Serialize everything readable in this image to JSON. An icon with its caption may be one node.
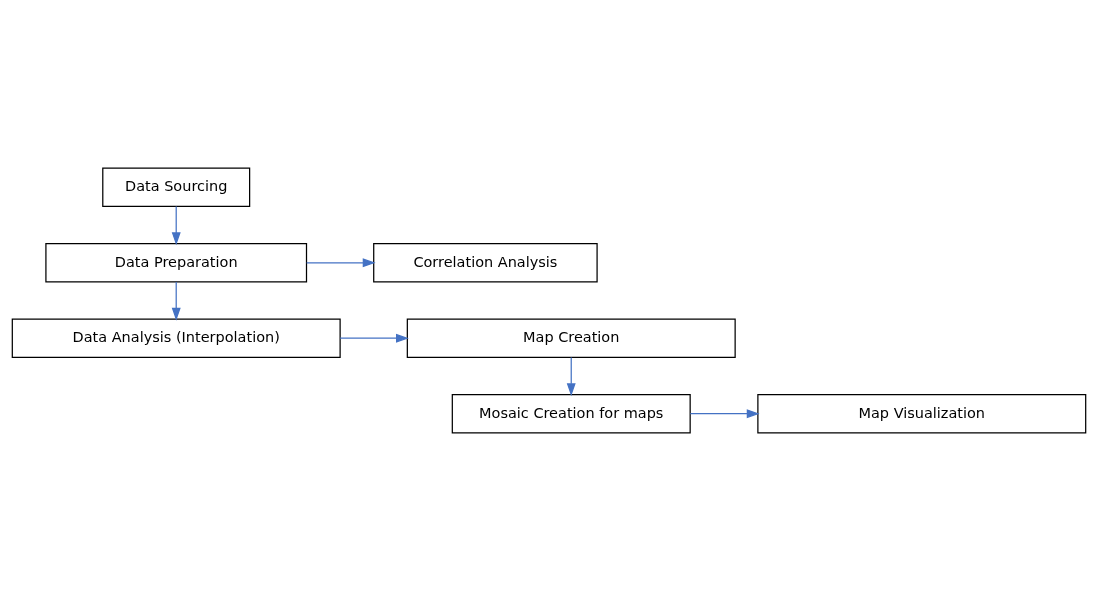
{
  "diagram": {
    "nodes": [
      {
        "text": [
          "Data Sourcing"
        ]
      },
      {
        "text": [
          "Correlation Analysis"
        ]
      },
      {
        "text": [
          "Data Preparation"
        ]
      },
      {
        "text": [
          "Map Creation"
        ]
      },
      {
        "text": [
          "Data Analysis (Interpolation)"
        ]
      },
      {
        "text": [
          "Mosaic Creation for maps"
        ]
      },
      {
        "text": [
          "Map Visualization"
        ]
      }
    ],
    "edges": [
      {
        "from": 0,
        "to": 2,
        "arrow": "to",
        "color": "#4472c4"
      },
      {
        "from": 2,
        "to": 1,
        "arrow": "to",
        "color": "#4472c4"
      },
      {
        "from": 2,
        "to": 4,
        "arrow": "to",
        "color": "#4472c4"
      },
      {
        "from": 4,
        "to": 3,
        "arrow": "to",
        "color": "#4472c4"
      },
      {
        "from": 3,
        "to": 5,
        "arrow": "to",
        "color": "#4472c4"
      },
      {
        "from": 5,
        "to": 6,
        "arrow": "to",
        "color": "#4472c4"
      }
    ]
  }
}
